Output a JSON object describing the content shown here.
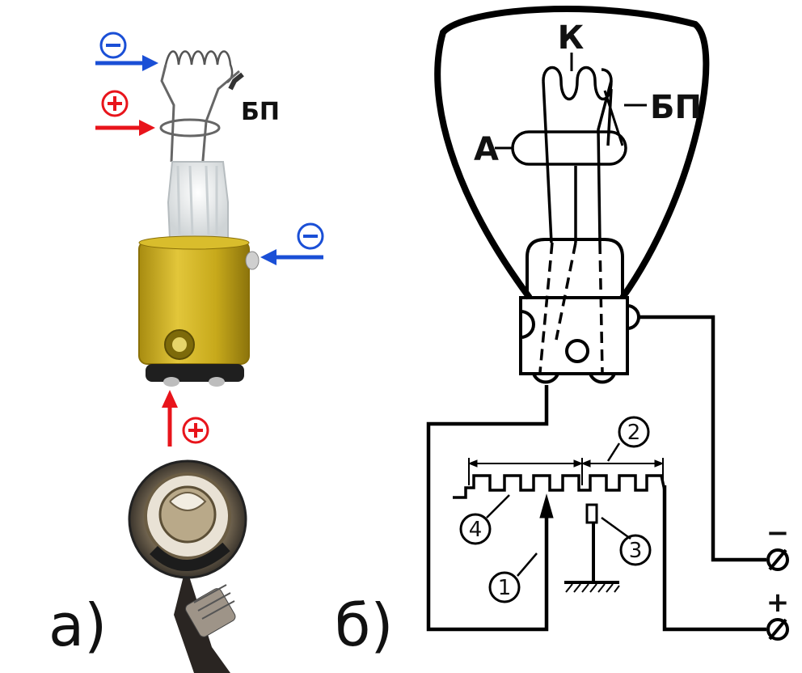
{
  "panel_a": {
    "panel_label": "а)",
    "bulb_label": "БП",
    "filament_minus_sign": "⊖",
    "filament_plus_sign": "⊕",
    "base_minus_sign": "⊖",
    "contact_plus_sign": "⊕",
    "colors": {
      "minus": "#1a4fd6",
      "plus": "#e8141b",
      "base": "#c9a81a"
    }
  },
  "panel_b": {
    "panel_label": "б)",
    "cathode_label": "К",
    "anode_label": "А",
    "bp_label": "БП",
    "callouts": [
      "1",
      "2",
      "3",
      "4"
    ],
    "terminal_minus": "−",
    "terminal_plus": "+",
    "terminal_symbol": "⌀"
  }
}
